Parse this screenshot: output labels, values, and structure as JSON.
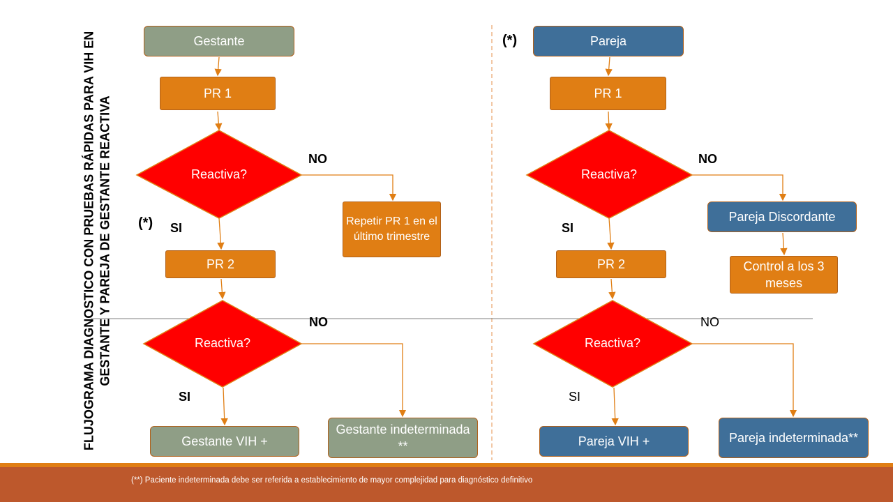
{
  "title": "FLUJOGRAMA DIAGNOSTICO CON PRUEBAS RÁPIDAS PARA VIH EN GESTANTE Y PAREJA DE GESTANTE REACTIVA",
  "left_flow": {
    "start": "Gestante",
    "pr1": "PR 1",
    "decision1": "Reactiva?",
    "no1": "NO",
    "repeat": "Repetir PR 1 en el último trimestre",
    "star": "(*)",
    "si1": "SI",
    "pr2": "PR 2",
    "decision2": "Reactiva?",
    "no2": "NO",
    "si2": "SI",
    "positive": "Gestante VIH +",
    "indeterminate": "Gestante indeterminada **"
  },
  "right_flow": {
    "star": "(*)",
    "start": "Pareja",
    "pr1": "PR 1",
    "decision1": "Reactiva?",
    "no1": "NO",
    "discordant": "Pareja Discordante",
    "control": "Control a los 3 meses",
    "si1": "SI",
    "pr2": "PR 2",
    "decision2": "Reactiva?",
    "no2": "NO",
    "si2": "SI",
    "positive": "Pareja VIH +",
    "indeterminate": "Pareja indeterminada**"
  },
  "footnote": "(**) Paciente indeterminada debe ser referida a establecimiento de mayor complejidad para diagnóstico definitivo",
  "colors": {
    "orange": "#e07e14",
    "decision_red": "#ff0000",
    "sage": "#8f9e86",
    "steel_blue": "#3f6f99",
    "footer": "#bd582c"
  }
}
